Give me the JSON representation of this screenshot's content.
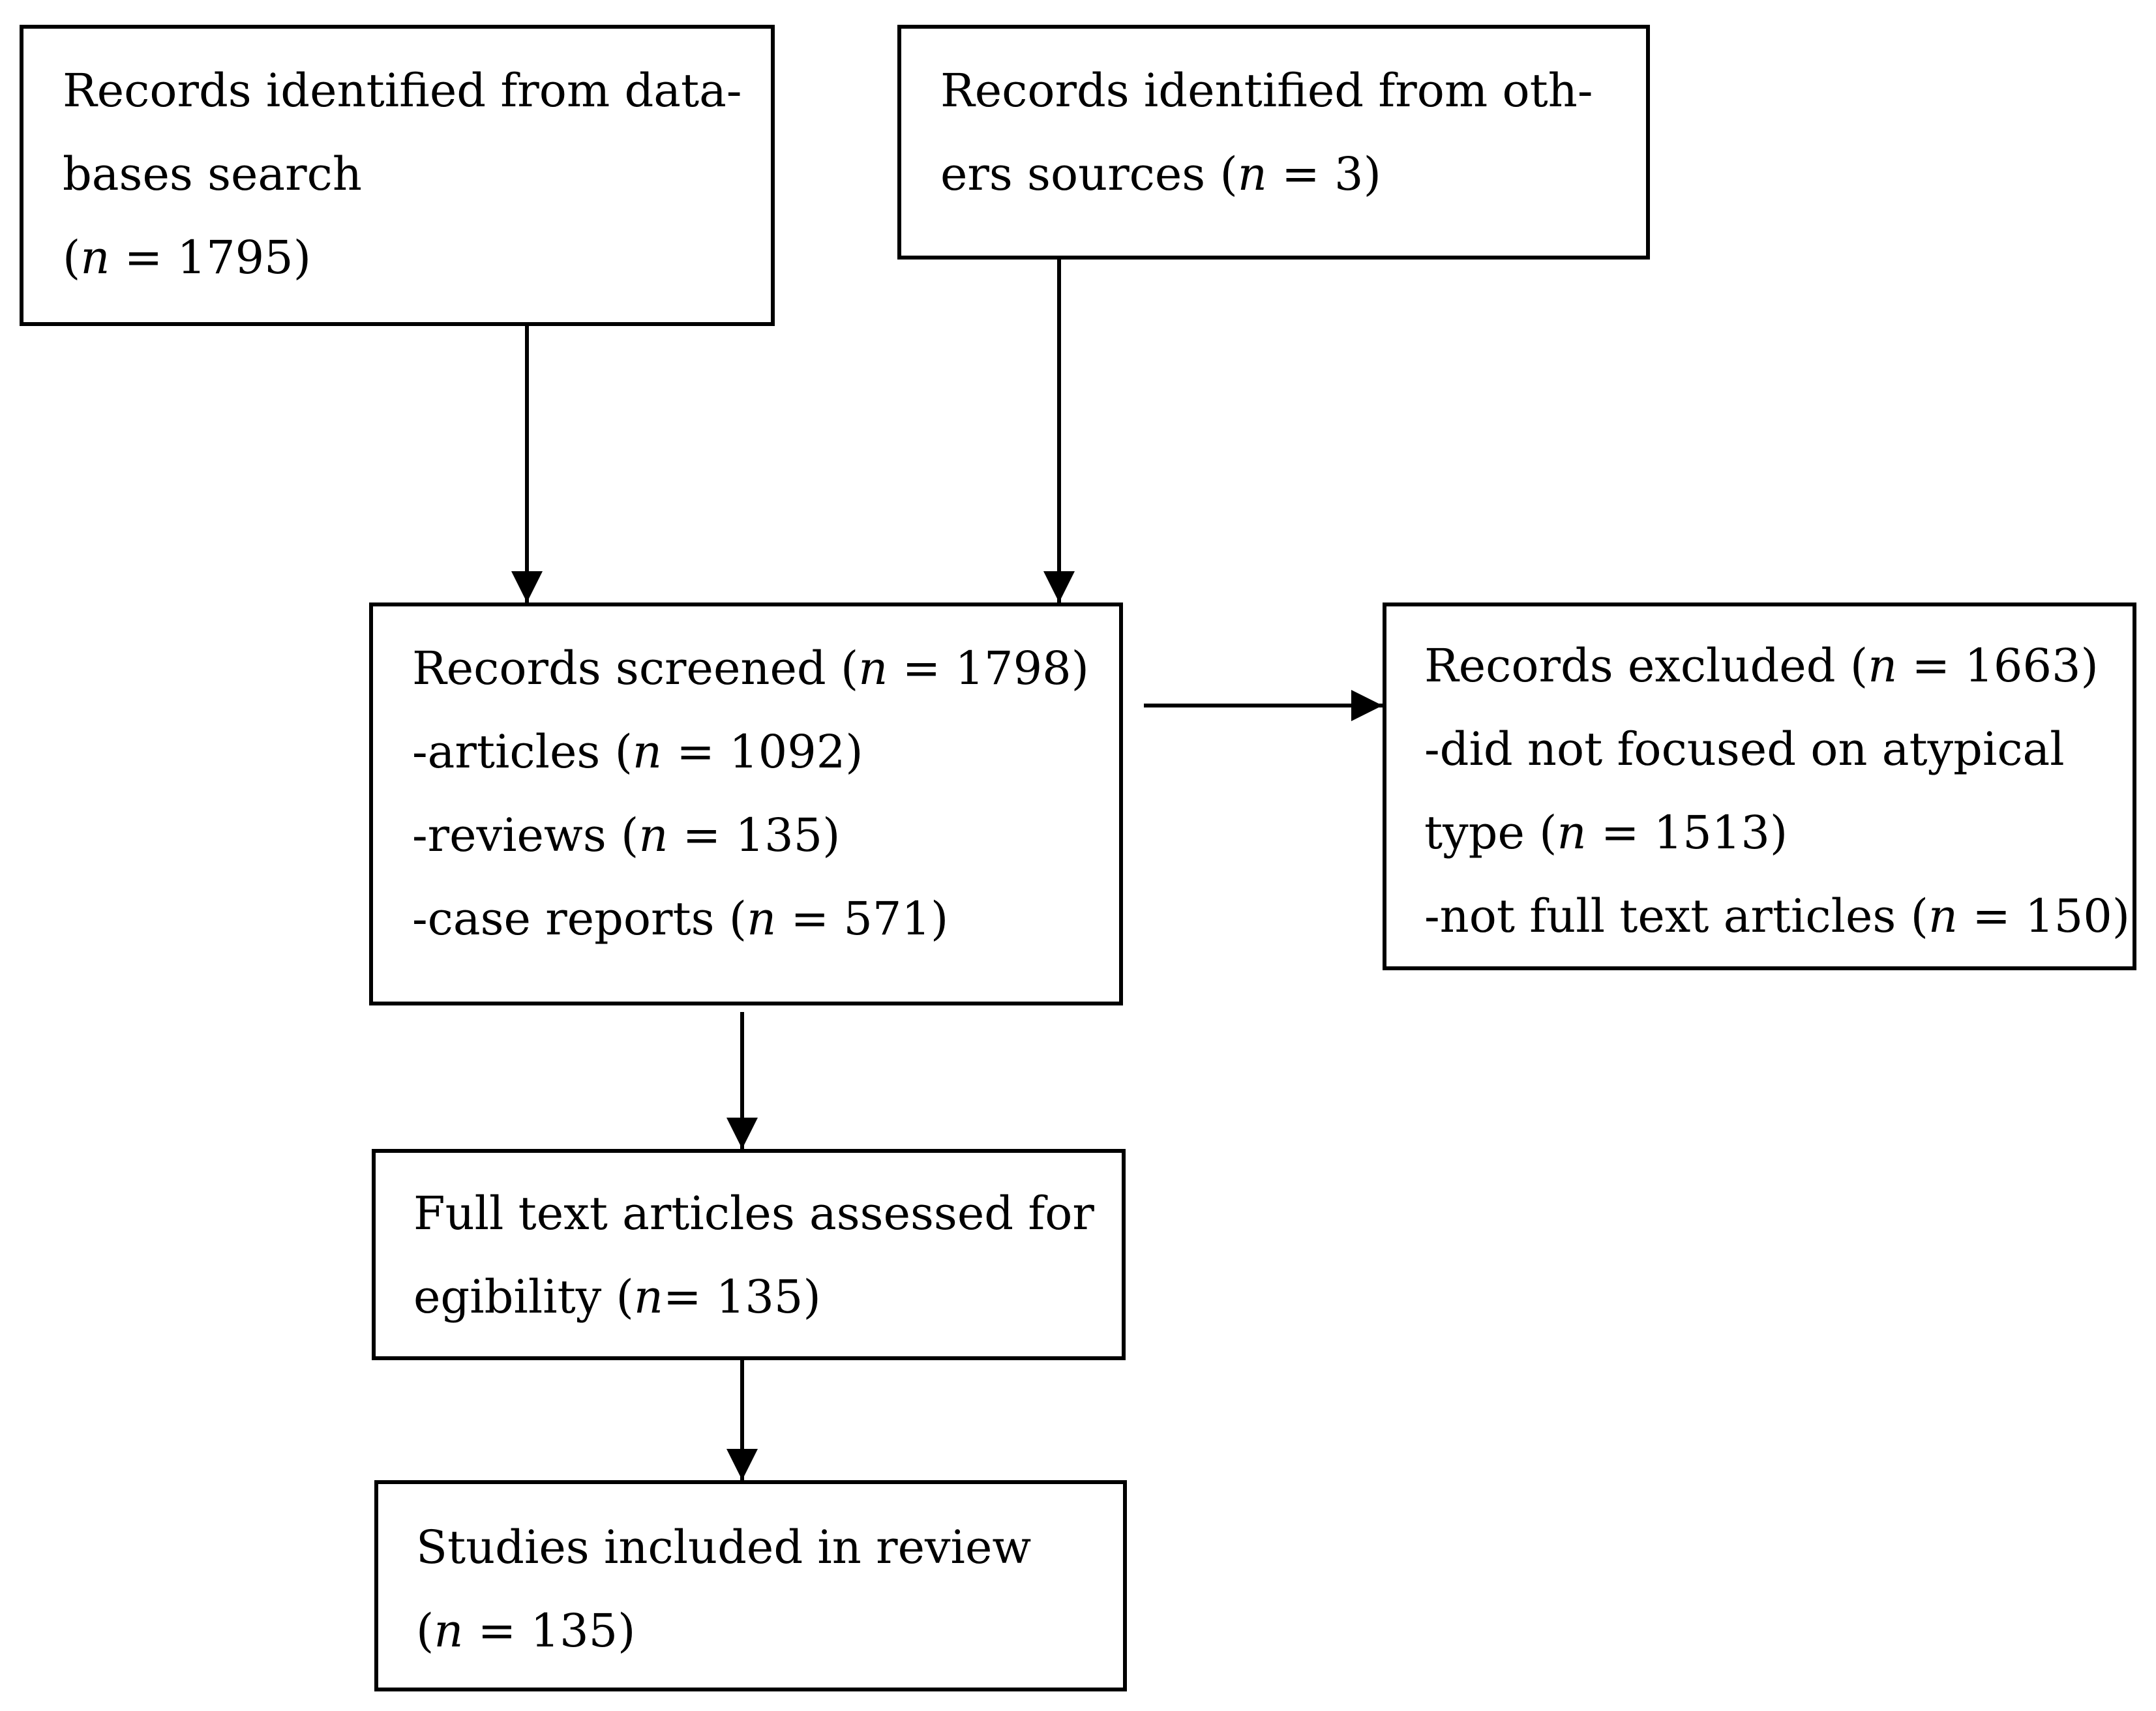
{
  "colors": {
    "background": "#ffffff",
    "stroke": "#000000",
    "text": "#000000"
  },
  "nodes": {
    "database_records": {
      "lines": [
        "Records identified from data-",
        "bases search",
        "(n = 1795)"
      ]
    },
    "other_records": {
      "lines": [
        "Records identified from oth-",
        "ers sources (n = 3)"
      ]
    },
    "screened": {
      "lines": [
        "Records screened (n = 1798)",
        "-articles (n = 1092)",
        "-reviews (n = 135)",
        "-case reports (n = 571)"
      ]
    },
    "excluded": {
      "lines": [
        "Records excluded (n = 1663)",
        "-did not focused on atypical",
        "type   (n = 1513)",
        "-not full text articles (n = 150)"
      ]
    },
    "full_text": {
      "lines": [
        "Full text articles assessed for",
        "egibility (n= 135)"
      ]
    },
    "included": {
      "lines": [
        "Studies included in review",
        "(n = 135)"
      ]
    }
  },
  "edges": [
    {
      "from": "database_records",
      "to": "screened"
    },
    {
      "from": "other_records",
      "to": "screened"
    },
    {
      "from": "screened",
      "to": "excluded"
    },
    {
      "from": "screened",
      "to": "full_text"
    },
    {
      "from": "full_text",
      "to": "included"
    }
  ]
}
